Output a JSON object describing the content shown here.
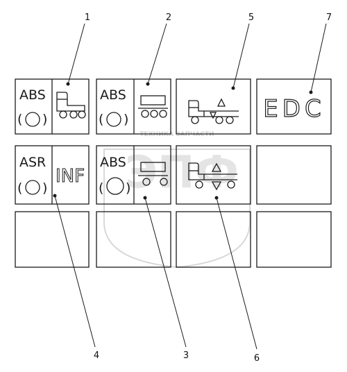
{
  "panels": {
    "p1": {
      "top_label": "ABS",
      "bottom_glyph": "(O)"
    },
    "p2": {
      "top_label": "ABS",
      "bottom_glyph": "(O)"
    },
    "p7": {
      "label": "EDC"
    },
    "p4": {
      "top_label": "ASR",
      "bottom_glyph": "(O)",
      "right_label": "INF"
    },
    "p3": {
      "top_label": "ABS",
      "bottom_glyph": "(O)"
    }
  },
  "callouts": [
    "1",
    "2",
    "5",
    "7",
    "4",
    "3",
    "6"
  ],
  "watermark": {
    "text": "ТЕХНИКА  ЗАПЧАСТИ",
    "logo": "ЭПФ"
  },
  "icons": {
    "truck": "truck-icon",
    "trailer": "trailer-icon",
    "arrows": "up-down-arrows-icon",
    "light": "bulb-icon"
  },
  "colors": {
    "line": "#1a1a1a",
    "watermark": "#c9c9c9",
    "background": "#ffffff"
  }
}
